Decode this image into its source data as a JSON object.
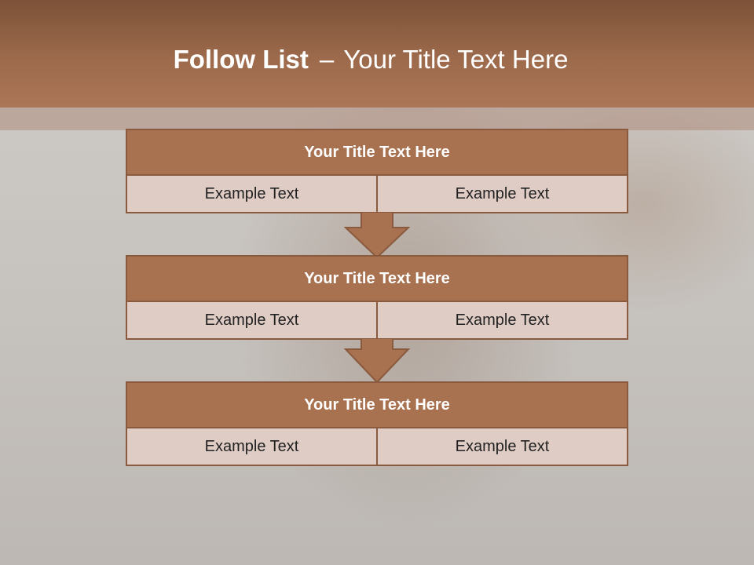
{
  "slide": {
    "title_bold": "Follow List",
    "title_separator": "–",
    "title_rest": "Your Title Text Here"
  },
  "blocks": [
    {
      "title": "Your Title Text Here",
      "cells": [
        "Example Text",
        "Example Text"
      ]
    },
    {
      "title": "Your Title Text Here",
      "cells": [
        "Example Text",
        "Example Text"
      ]
    },
    {
      "title": "Your Title Text Here",
      "cells": [
        "Example Text",
        "Example Text"
      ]
    }
  ],
  "colors": {
    "header": "#9d6a4c",
    "block_title": "#a87150",
    "block_cell": "#dfccc5",
    "border": "#8a5a3e"
  }
}
